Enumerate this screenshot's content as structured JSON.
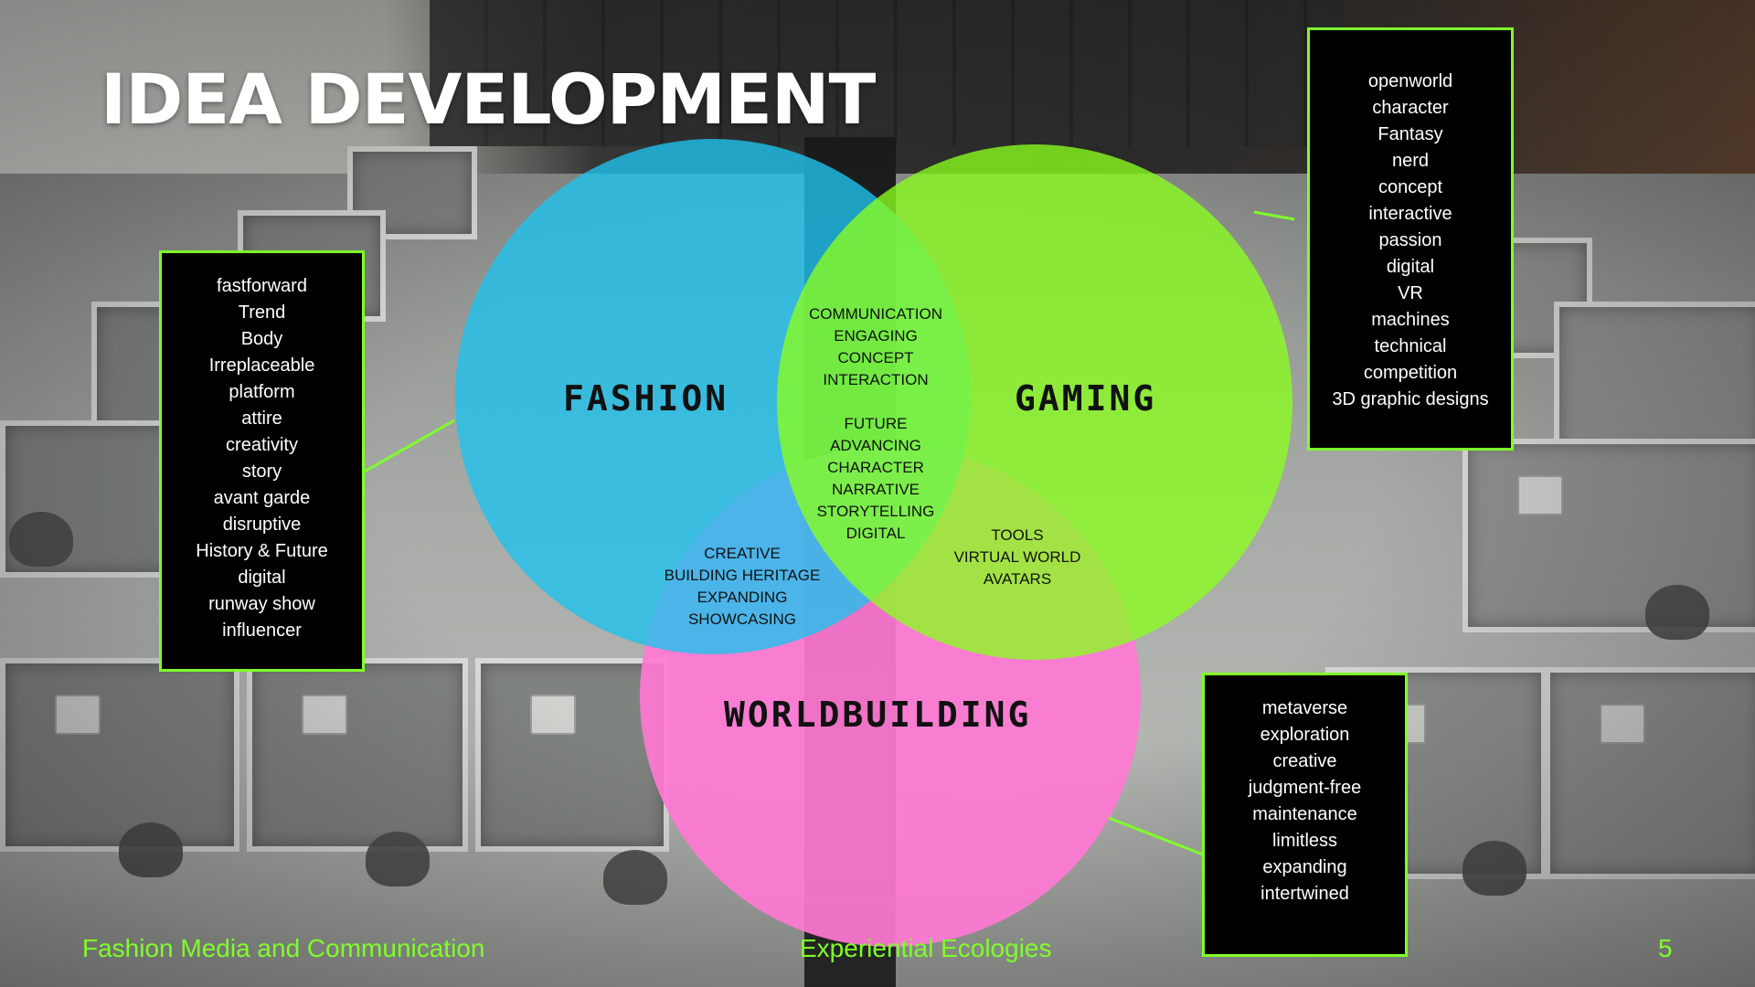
{
  "title": "IDEA DEVELOPMENT",
  "colors": {
    "fashion": "#1fc2ee",
    "gaming": "#8bff1e",
    "worldbuilding": "#ff78d4",
    "accent": "#7fff2a"
  },
  "circles": {
    "fashion": "FASHION",
    "gaming": "GAMING",
    "worldbuilding": "WORLDBUILDING"
  },
  "overlaps": {
    "fashion_gaming": [
      "COMMUNICATION",
      "ENGAGING",
      "CONCEPT",
      "INTERACTION"
    ],
    "center": [
      "FUTURE",
      "ADVANCING",
      "CHARACTER",
      "NARRATIVE",
      "STORYTELLING",
      "DIGITAL"
    ],
    "fashion_worldbuilding": [
      "CREATIVE",
      "BUILDING HERITAGE",
      "EXPANDING",
      "SHOWCASING"
    ],
    "gaming_worldbuilding": [
      "TOOLS",
      "VIRTUAL WORLD",
      "AVATARS"
    ]
  },
  "keyword_boxes": {
    "fashion": [
      "fastforward",
      "Trend",
      "Body",
      "Irreplaceable",
      "platform",
      "attire",
      "creativity",
      "story",
      "avant garde",
      "disruptive",
      "History & Future",
      "digital",
      "runway show",
      "influencer"
    ],
    "gaming": [
      "openworld",
      "character",
      "Fantasy",
      "nerd",
      "concept",
      "interactive",
      "passion",
      "digital",
      "VR",
      "machines",
      "technical",
      "competition",
      "3D graphic designs"
    ],
    "worldbuilding": [
      "metaverse",
      "exploration",
      "creative",
      "judgment-free",
      "maintenance",
      "limitless",
      "expanding",
      "intertwined"
    ]
  },
  "footer": {
    "left": "Fashion Media and Communication",
    "center": "Experiential Ecologies",
    "page": "5"
  }
}
